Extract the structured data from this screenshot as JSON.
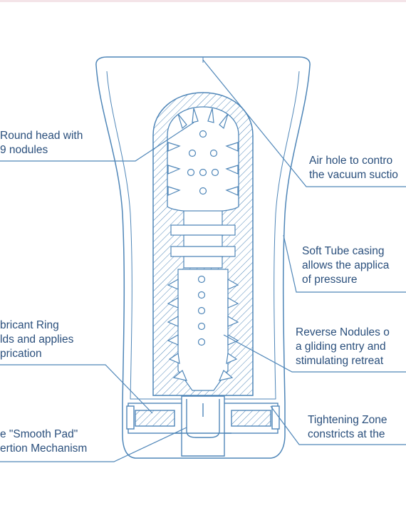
{
  "colors": {
    "line": "#4f86b8",
    "text": "#2a4f7c",
    "background": "#ffffff"
  },
  "labels": {
    "round_head": [
      "Round head with",
      "9 nodules"
    ],
    "air_hole": [
      "Air hole to contro",
      "the vacuum suctio"
    ],
    "soft_tube": [
      "Soft Tube casing",
      "allows the applica",
      "of pressure"
    ],
    "lubricant_ring": [
      "bricant Ring",
      "lds and applies",
      "prication"
    ],
    "reverse_nodules": [
      "Reverse Nodules o",
      "a gliding entry and",
      "stimulating retreat"
    ],
    "tightening_zone": [
      "Tightening Zone",
      "constricts at the"
    ],
    "smooth_pad": [
      "e \"Smooth Pad\"",
      "ertion Mechanism"
    ]
  }
}
